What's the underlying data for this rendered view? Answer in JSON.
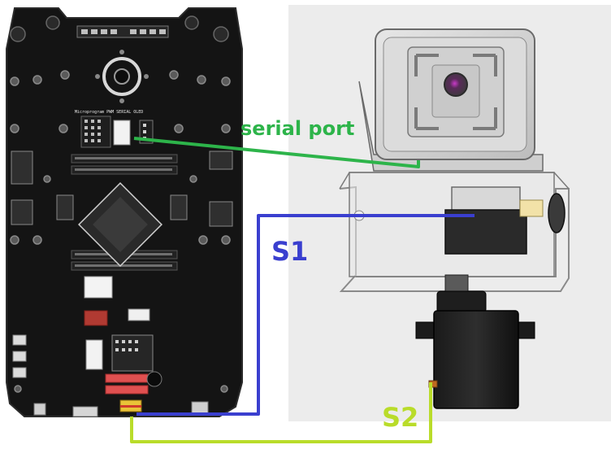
{
  "labels": {
    "serial_port": "serial port",
    "s1": "S1",
    "s2": "S2"
  },
  "colors": {
    "serial_wire": "#2db44a",
    "s1_wire": "#3a3fcf",
    "s2_wire": "#b9dc2a",
    "board": "#141414",
    "mount_bg": "#ededed"
  }
}
